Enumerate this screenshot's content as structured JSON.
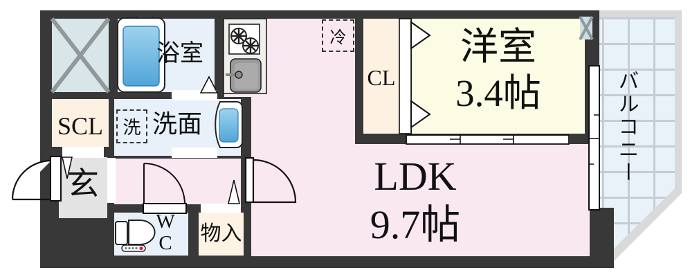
{
  "plan": {
    "title": "apartment-floorplan",
    "rooms": {
      "ldk": {
        "label": "LDK",
        "size": "9.7帖"
      },
      "western_room": {
        "label": "洋室",
        "size": "3.4帖"
      },
      "balcony": {
        "label": "バルコニー"
      },
      "bathroom": {
        "label": "浴室"
      },
      "washroom": {
        "label": "洗面"
      },
      "washer_spot": {
        "label": "洗"
      },
      "shoe_closet": {
        "label": "SCL"
      },
      "closet": {
        "label": "CL"
      },
      "entrance": {
        "label": "玄"
      },
      "toilet_room": {
        "line1": "W",
        "line2": "C"
      },
      "storage": {
        "label": "物入"
      },
      "fridge_spot": {
        "label": "冷"
      }
    },
    "colors": {
      "wall": "#383838",
      "ldk_pink": "#fae8f1",
      "western_yellow": "#fbfce3",
      "closet_peach": "#fdf1e2",
      "wet_area_blue": "#e8f1fa",
      "entrance_gray": "#e3e3e3",
      "balcony_tile": "#e9f2f9",
      "balcony_band": "#d9d9d9",
      "tub_blue": "#51a5d9"
    }
  }
}
